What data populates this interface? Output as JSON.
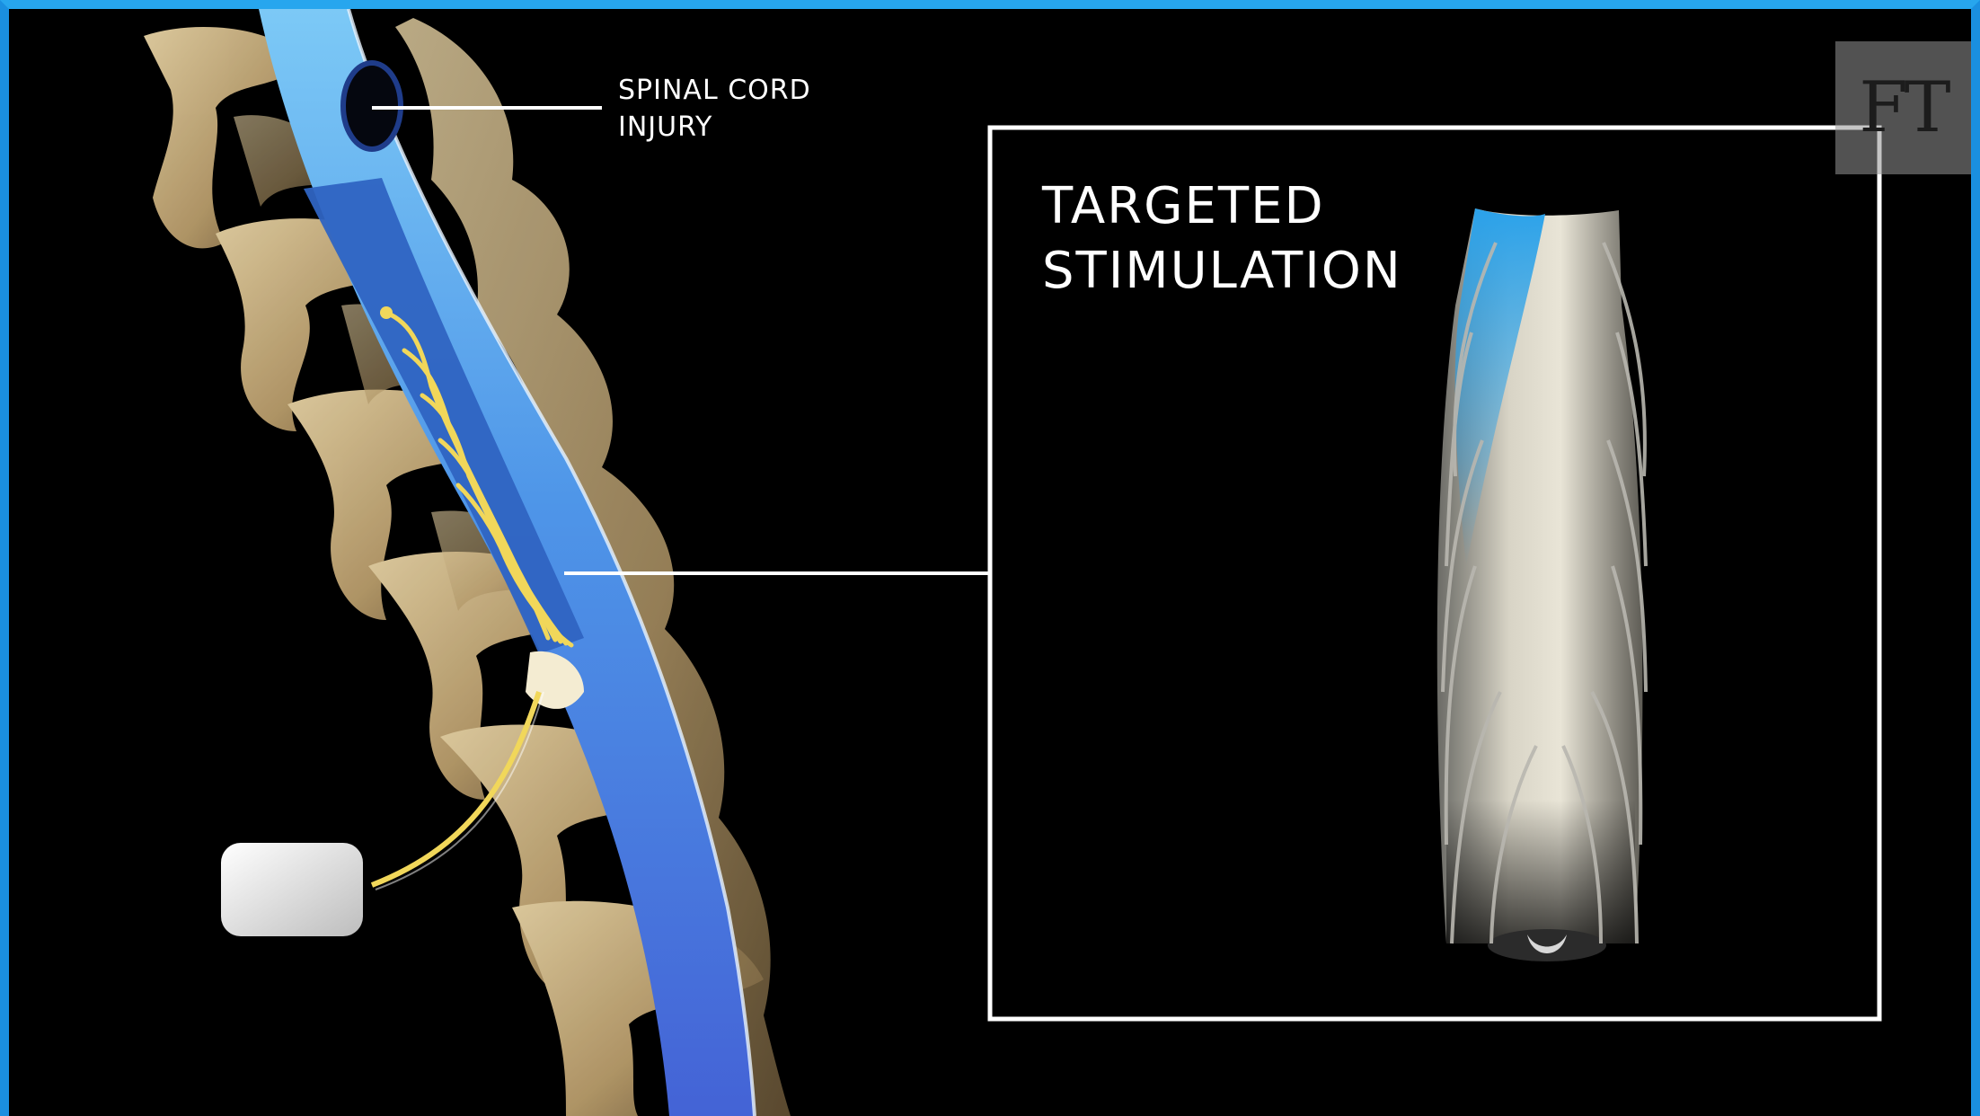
{
  "labels": {
    "injury_line1": "SPINAL CORD",
    "injury_line2": "INJURY",
    "inset_title_line1": "TARGETED",
    "inset_title_line2": "STIMULATION"
  },
  "logo": {
    "text": "FT"
  },
  "colors": {
    "frame_blue": "#1a8fe0",
    "spinal_cord": "#5aaef0",
    "implant_lead": "#f1d75a",
    "bone": "#cdb487",
    "electrode_plate": "#2f64c2"
  }
}
